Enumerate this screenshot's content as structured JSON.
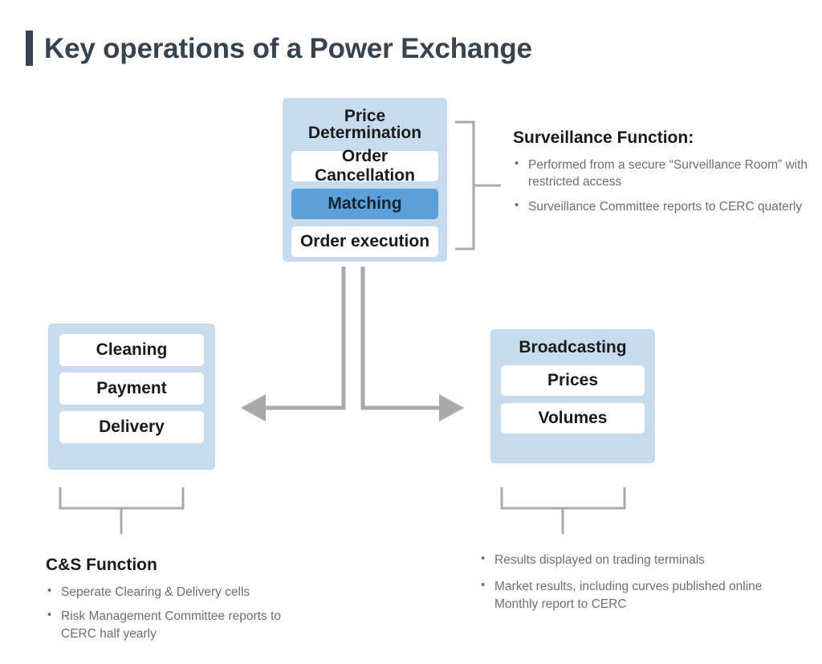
{
  "page": {
    "title": "Key operations of a Power Exchange",
    "accent_dark": "#37444f",
    "box_fill": "#c6dcee",
    "pill_fill": "#ffffff",
    "highlight_fill": "#5ba0da",
    "connector_color": "#a9a9a9"
  },
  "price_box": {
    "title": "Price Determination",
    "items": [
      {
        "label": "Order Cancellation",
        "highlighted": false
      },
      {
        "label": "Matching",
        "highlighted": true
      },
      {
        "label": "Order execution",
        "highlighted": false
      }
    ]
  },
  "cs_box": {
    "title": "",
    "items": [
      {
        "label": "Cleaning"
      },
      {
        "label": "Payment"
      },
      {
        "label": "Delivery"
      }
    ]
  },
  "broadcast_box": {
    "title": "Broadcasting",
    "items": [
      {
        "label": "Prices"
      },
      {
        "label": "Volumes"
      }
    ]
  },
  "surveillance_note": {
    "heading": "Surveillance Function:",
    "bullets": [
      "Performed from a secure “Surveillance Room” with restricted access",
      "Surveillance Committee reports to CERC quaterly"
    ]
  },
  "cs_note": {
    "heading": "C&S Function",
    "bullets": [
      "Seperate Clearing & Delivery cells",
      "Risk Management Committee reports to CERC half yearly"
    ]
  },
  "broadcast_note": {
    "heading": "",
    "bullets": [
      "Results displayed on trading terminals",
      "Market results, including curves published online Monthly report to CERC"
    ]
  }
}
